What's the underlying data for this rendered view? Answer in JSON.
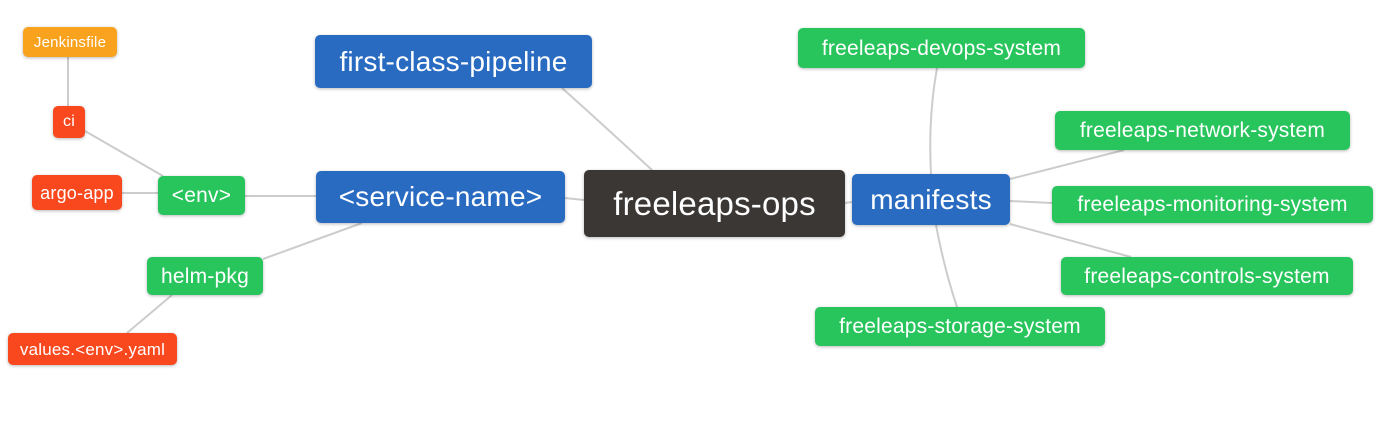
{
  "diagram": {
    "type": "mindmap",
    "root": "freeleaps-ops",
    "palette": {
      "blue": "#2A6BC2",
      "green": "#28C45C",
      "red_orange": "#F9481E",
      "orange": "#F9A21E",
      "dark": "#3B3735",
      "edge": "#cccccc",
      "node_text": "#ffffff",
      "background": "#ffffff"
    },
    "nodes": {
      "jenkinsfile": {
        "label": "Jenkinsfile",
        "color": "#F9A21E"
      },
      "ci": {
        "label": "ci",
        "color": "#F9481E"
      },
      "argo_app": {
        "label": "argo-app",
        "color": "#F9481E"
      },
      "env": {
        "label": "<env>",
        "color": "#28C45C"
      },
      "helm_pkg": {
        "label": "helm-pkg",
        "color": "#28C45C"
      },
      "values_yaml": {
        "label": "values.<env>.yaml",
        "color": "#F9481E"
      },
      "service_name": {
        "label": "<service-name>",
        "color": "#2A6BC2"
      },
      "first_class_pipeline": {
        "label": "first-class-pipeline",
        "color": "#2A6BC2"
      },
      "freeleaps_ops": {
        "label": "freeleaps-ops",
        "color": "#3B3735"
      },
      "manifests": {
        "label": "manifests",
        "color": "#2A6BC2"
      },
      "devops_system": {
        "label": "freeleaps-devops-system",
        "color": "#28C45C"
      },
      "network_system": {
        "label": "freeleaps-network-system",
        "color": "#28C45C"
      },
      "monitoring_system": {
        "label": "freeleaps-monitoring-system",
        "color": "#28C45C"
      },
      "controls_system": {
        "label": "freeleaps-controls-system",
        "color": "#28C45C"
      },
      "storage_system": {
        "label": "freeleaps-storage-system",
        "color": "#28C45C"
      }
    },
    "edges": [
      {
        "from": "Jenkinsfile",
        "to": "ci"
      },
      {
        "from": "ci",
        "to": "<env>"
      },
      {
        "from": "argo-app",
        "to": "<env>"
      },
      {
        "from": "<env>",
        "to": "<service-name>"
      },
      {
        "from": "helm-pkg",
        "to": "<service-name>"
      },
      {
        "from": "helm-pkg",
        "to": "values.<env>.yaml"
      },
      {
        "from": "<service-name>",
        "to": "freeleaps-ops"
      },
      {
        "from": "first-class-pipeline",
        "to": "freeleaps-ops"
      },
      {
        "from": "freeleaps-ops",
        "to": "manifests"
      },
      {
        "from": "manifests",
        "to": "freeleaps-devops-system"
      },
      {
        "from": "manifests",
        "to": "freeleaps-network-system"
      },
      {
        "from": "manifests",
        "to": "freeleaps-monitoring-system"
      },
      {
        "from": "manifests",
        "to": "freeleaps-controls-system"
      },
      {
        "from": "manifests",
        "to": "freeleaps-storage-system"
      }
    ]
  }
}
